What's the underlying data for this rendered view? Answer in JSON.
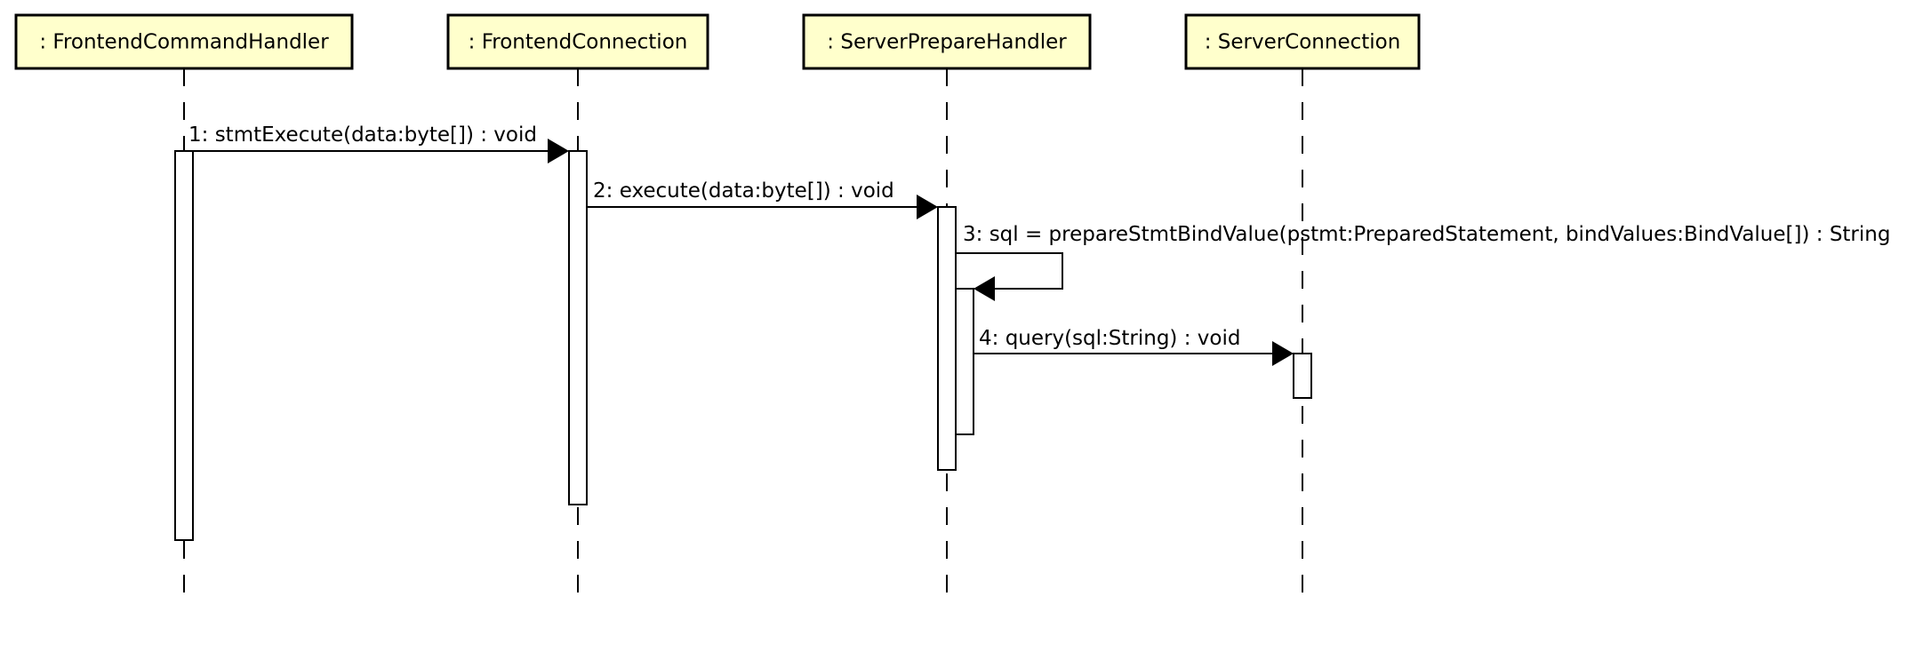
{
  "lifelines": [
    {
      "id": "frontend-command-handler",
      "title": ": FrontendCommandHandler"
    },
    {
      "id": "frontend-connection",
      "title": ": FrontendConnection"
    },
    {
      "id": "server-prepare-handler",
      "title": ": ServerPrepareHandler"
    },
    {
      "id": "server-connection",
      "title": ": ServerConnection"
    }
  ],
  "messages": [
    {
      "id": "msg-1",
      "label": "1: stmtExecute(data:byte[]) : void"
    },
    {
      "id": "msg-2",
      "label": "2: execute(data:byte[]) : void"
    },
    {
      "id": "msg-3",
      "label": "3: sql = prepareStmtBindValue(pstmt:PreparedStatement, bindValues:BindValue[]) : String"
    },
    {
      "id": "msg-4",
      "label": "4: query(sql:String) : void"
    }
  ],
  "colors": {
    "lifeline_head_fill": "#ffffcc",
    "line": "#000000",
    "activation_fill": "#ffffff"
  }
}
